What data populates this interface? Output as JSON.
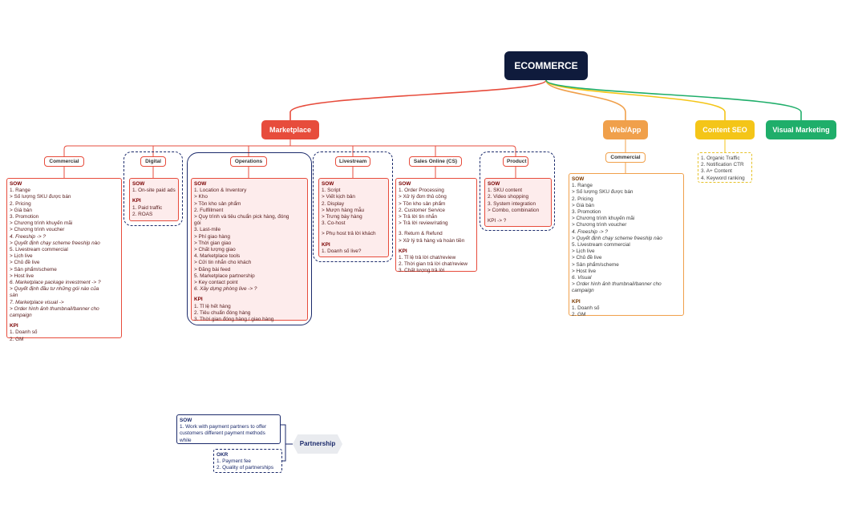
{
  "colors": {
    "root": "#0f1b3c",
    "marketplace": "#e74c3c",
    "webapp": "#f0a04b",
    "content_seo": "#f4c518",
    "visual_marketing": "#1fae6a",
    "partnership": "#1b2a6b"
  },
  "root": {
    "label": "ECOMMERCE"
  },
  "branches": {
    "marketplace": "Marketplace",
    "webapp": "Web/App",
    "content_seo": "Content SEO",
    "visual_marketing": "Visual Marketing"
  },
  "marketplace_children": {
    "commercial": "Commercial",
    "digital": "Digital",
    "operations": "Operations",
    "livestream": "Livestream",
    "sales_online": "Sales Online (CS)",
    "product": "Product"
  },
  "webapp_children": {
    "commercial": "Commercial"
  },
  "boxes": {
    "commercial": [
      {
        "t": "SOW",
        "s": "h"
      },
      {
        "t": "1. Range"
      },
      {
        "t": "  > Số lượng SKU được bán"
      },
      {
        "t": "2. Pricing"
      },
      {
        "t": "  > Giá bán"
      },
      {
        "t": "3. Promotion"
      },
      {
        "t": "  > Chương trình khuyến mãi"
      },
      {
        "t": "  > Chương trình voucher"
      },
      {
        "t": "4. Freeship -> ?",
        "s": "i"
      },
      {
        "t": "  > Quyết định chạy scheme freeship nào",
        "s": "i"
      },
      {
        "t": "5. Livestream commercial"
      },
      {
        "t": "  > Lịch live"
      },
      {
        "t": "  > Chủ đề live"
      },
      {
        "t": "  > Sản phẩm/scheme"
      },
      {
        "t": "  > Host live"
      },
      {
        "t": "6. Marketplace package investment -> ?",
        "s": "i"
      },
      {
        "t": "  > Quyết định đầu tư những gói nào của",
        "s": "i"
      },
      {
        "t": "sàn",
        "s": "i"
      },
      {
        "t": "7. Marketplace visual ->",
        "s": "i"
      },
      {
        "t": "  > Order hình ảnh thumbnail/banner cho",
        "s": "i"
      },
      {
        "t": "campaign",
        "s": "i"
      },
      {
        "t": "",
        "s": "gap"
      },
      {
        "t": "KPI",
        "s": "h"
      },
      {
        "t": "1. Doanh số"
      },
      {
        "t": "2. GM"
      }
    ],
    "digital": [
      {
        "t": "SOW",
        "s": "h"
      },
      {
        "t": "1. On-site paid ads"
      },
      {
        "t": "",
        "s": "gap"
      },
      {
        "t": "KPI",
        "s": "h"
      },
      {
        "t": "1. Paid traffic"
      },
      {
        "t": "2. ROAS"
      }
    ],
    "operations": [
      {
        "t": "SOW",
        "s": "h"
      },
      {
        "t": "1. Location & Inventory"
      },
      {
        "t": "  > Kho"
      },
      {
        "t": "  > Tồn kho sản phẩm"
      },
      {
        "t": "2. Fulfillment"
      },
      {
        "t": "  > Quy trình và tiêu chuẩn pick hàng, đóng"
      },
      {
        "t": "gói"
      },
      {
        "t": "3. Last-mile"
      },
      {
        "t": "  > Phí giao hàng"
      },
      {
        "t": "  > Thời gian giao"
      },
      {
        "t": "  > Chất lượng giao"
      },
      {
        "t": "4. Marketplace tools"
      },
      {
        "t": "  > Cửi tin nhắn cho khách"
      },
      {
        "t": "  > Đăng bài feed"
      },
      {
        "t": "5. Marketplace partnership"
      },
      {
        "t": "  > Key contact point"
      },
      {
        "t": "6. Xây dựng phòng live -> ?",
        "s": "i"
      },
      {
        "t": "",
        "s": "gap"
      },
      {
        "t": "KPI",
        "s": "h"
      },
      {
        "t": "1. Tỉ lệ hết hàng"
      },
      {
        "t": "2. Tiêu chuẩn đóng hàng"
      },
      {
        "t": "3. Thời gian đóng hàng / giao hàng"
      }
    ],
    "livestream": [
      {
        "t": "SOW",
        "s": "h"
      },
      {
        "t": "1. Script"
      },
      {
        "t": "  > Viết kịch bản"
      },
      {
        "t": "2. Display"
      },
      {
        "t": "  > Mượn hàng mẫu"
      },
      {
        "t": "  > Trưng bày hàng"
      },
      {
        "t": "3. Co-host"
      },
      {
        "t": "",
        "s": "gap"
      },
      {
        "t": "  > Phụ host trả lời khách"
      },
      {
        "t": "",
        "s": "gap"
      },
      {
        "t": "KPI",
        "s": "h"
      },
      {
        "t": "1. Doanh số live?"
      }
    ],
    "sales_online": [
      {
        "t": "SOW",
        "s": "h"
      },
      {
        "t": "1. Order Processing"
      },
      {
        "t": "  > Xử lý đơn thủ công"
      },
      {
        "t": "  > Tồn kho sản phẩm"
      },
      {
        "t": "2. Customer Service"
      },
      {
        "t": "  > Trả lời tin nhắn"
      },
      {
        "t": "  > Trả lời review/rating"
      },
      {
        "t": "",
        "s": "gap"
      },
      {
        "t": "3. Return & Refund"
      },
      {
        "t": "  > Xử lý trả hàng và hoàn tiền"
      },
      {
        "t": "",
        "s": "gap"
      },
      {
        "t": "KPI",
        "s": "h"
      },
      {
        "t": "1. Tỉ lệ trả lời chat/review"
      },
      {
        "t": "2. Thời gian trả lời chat/review"
      },
      {
        "t": "3. Chất lượng trả lời"
      }
    ],
    "product": [
      {
        "t": "SOW",
        "s": "h"
      },
      {
        "t": "1. SKU content"
      },
      {
        "t": "2. Video shopping"
      },
      {
        "t": "3. System integration"
      },
      {
        "t": "  > Combo, combination"
      },
      {
        "t": "",
        "s": "gap"
      },
      {
        "t": "KPI -> ?"
      }
    ],
    "webapp_commercial": [
      {
        "t": "SOW",
        "s": "h"
      },
      {
        "t": "1. Range"
      },
      {
        "t": "  > Số lượng SKU được bán"
      },
      {
        "t": "2. Pricing"
      },
      {
        "t": "  > Giá bán"
      },
      {
        "t": "3. Promotion"
      },
      {
        "t": "  > Chương trình khuyến mãi"
      },
      {
        "t": "  > Chương trình voucher"
      },
      {
        "t": "4. Freeship -> ?",
        "s": "i"
      },
      {
        "t": "  > Quyết định chạy scheme freeship nào",
        "s": "i"
      },
      {
        "t": "5. Livestream commercial"
      },
      {
        "t": "  > Lịch live"
      },
      {
        "t": "  > Chủ đề live"
      },
      {
        "t": "  > Sản phẩm/scheme"
      },
      {
        "t": "  > Host live"
      },
      {
        "t": "6. Visual",
        "s": "i"
      },
      {
        "t": "  > Order hình ảnh thumbnail/banner cho",
        "s": "i"
      },
      {
        "t": "campaign",
        "s": "i"
      },
      {
        "t": "",
        "s": "gap"
      },
      {
        "t": "KPI",
        "s": "h"
      },
      {
        "t": "1. Doanh số"
      },
      {
        "t": "2. GM"
      }
    ],
    "content_seo": [
      {
        "t": "1. Organic Traffic"
      },
      {
        "t": "2. Notification CTR"
      },
      {
        "t": "3. A+ Content"
      },
      {
        "t": "4. Keyword ranking"
      }
    ],
    "partnership_sow": [
      {
        "t": "SOW",
        "s": "h"
      },
      {
        "t": "1. Work with payment partners to offer"
      },
      {
        "t": "customers different payment methods"
      },
      {
        "t": "while"
      }
    ],
    "partnership_okr": [
      {
        "t": "OKR",
        "s": "h"
      },
      {
        "t": "1. Payment fee"
      },
      {
        "t": "2. Quality of partnerships"
      }
    ]
  },
  "partnership": {
    "label": "Partnership"
  }
}
